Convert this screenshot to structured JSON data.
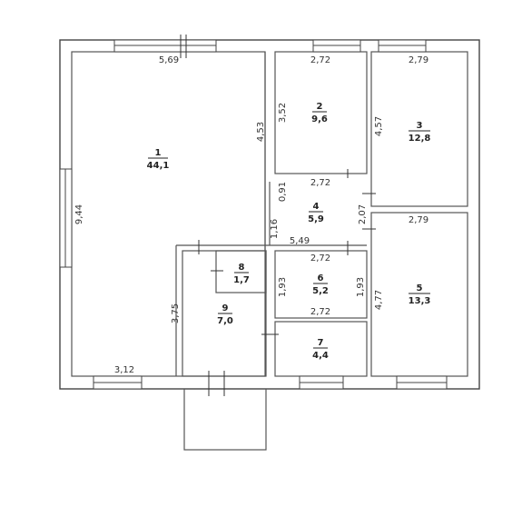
{
  "rooms": [
    {
      "num": "1",
      "area": "44,1"
    },
    {
      "num": "2",
      "area": "9,6"
    },
    {
      "num": "3",
      "area": "12,8"
    },
    {
      "num": "4",
      "area": "5,9"
    },
    {
      "num": "5",
      "area": "13,3"
    },
    {
      "num": "6",
      "area": "5,2"
    },
    {
      "num": "7",
      "area": "4,4"
    },
    {
      "num": "8",
      "area": "1,7"
    },
    {
      "num": "9",
      "area": "7,0"
    }
  ],
  "dimensions": {
    "r1_top": "5,69",
    "r1_left": "9,44",
    "r1_right": "4,53",
    "r1_bottom": "3,12",
    "r2_top": "2,72",
    "r2_left": "3,52",
    "r2_bottom": "2,72",
    "r3_top": "2,79",
    "r3_left": "4,57",
    "r4_left_upper": "0,91",
    "r4_left_lower": "1,16",
    "r4_right": "2,07",
    "hall_bottom": "5,49",
    "r5_top": "2,79",
    "r5_left": "4,77",
    "r6_top": "2,72",
    "r6_left": "1,93",
    "r6_right": "1,93",
    "r6_bottom": "2,72",
    "r9_left": "3,75"
  }
}
